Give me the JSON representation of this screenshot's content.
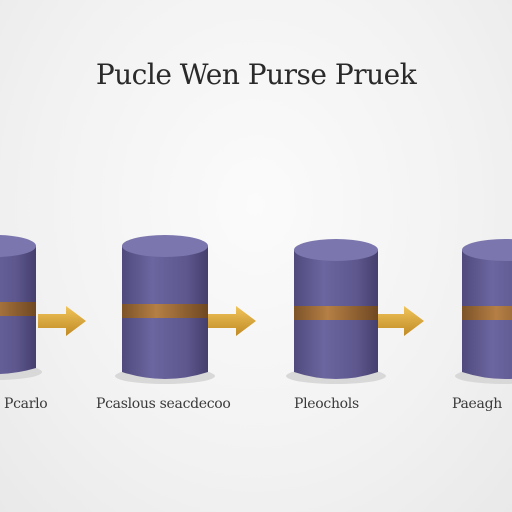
{
  "title": "Pucle Wen Purse Pruek",
  "steps": [
    {
      "label": "Pcarlo"
    },
    {
      "label": "Pcaslous seacdecoo"
    },
    {
      "label": "Pleochols"
    },
    {
      "label": "Paeagh"
    }
  ],
  "colors": {
    "cylinder_top": "#7b76ad",
    "cylinder_body": "#6a6399",
    "band": "#a8753f",
    "arrow": "#d9a93a"
  }
}
